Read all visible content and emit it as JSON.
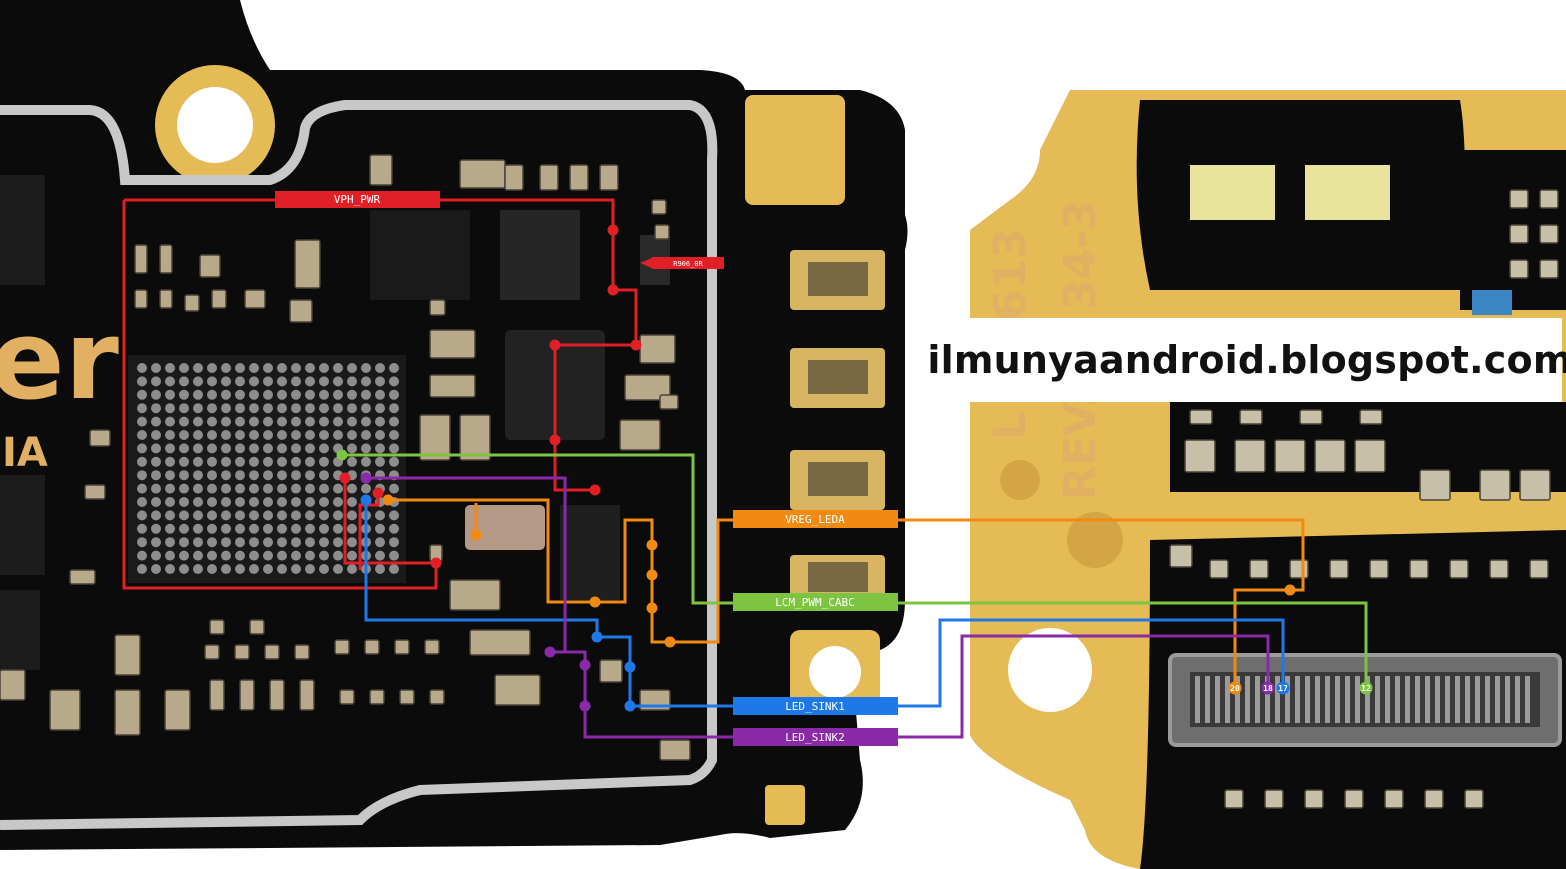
{
  "banner": {
    "text": "ilmunyaandroid.blogspot.com"
  },
  "colors": {
    "vph_pwr": "#e11f26",
    "vreg_leda": "#f08a12",
    "lcm_pwm_cabc": "#7dc440",
    "led_sink1": "#1e78e8",
    "led_sink2": "#8a2aa8",
    "board": "#0b0b0b",
    "gold": "#e4bb55",
    "shield": "#c8c8c8"
  },
  "nets": {
    "vph_pwr": "VPH_PWR",
    "r906": "R906_0R",
    "vreg_leda": "VREG_LEDA",
    "lcm_pwm_cabc": "LCM_PWM_CABC",
    "led_sink1": "LED_SINK1",
    "led_sink2": "LED_SINK2"
  },
  "connector_pins": {
    "vreg_leda": "20",
    "led_sink2": "18",
    "led_sink1": "17",
    "lcm_pwm_cabc": "12"
  },
  "silkscreen": {
    "left_big": "er",
    "left_small": "IA",
    "right_a": "L",
    "right_b": "613",
    "right_c": "REV.",
    "right_d": "34-3"
  }
}
